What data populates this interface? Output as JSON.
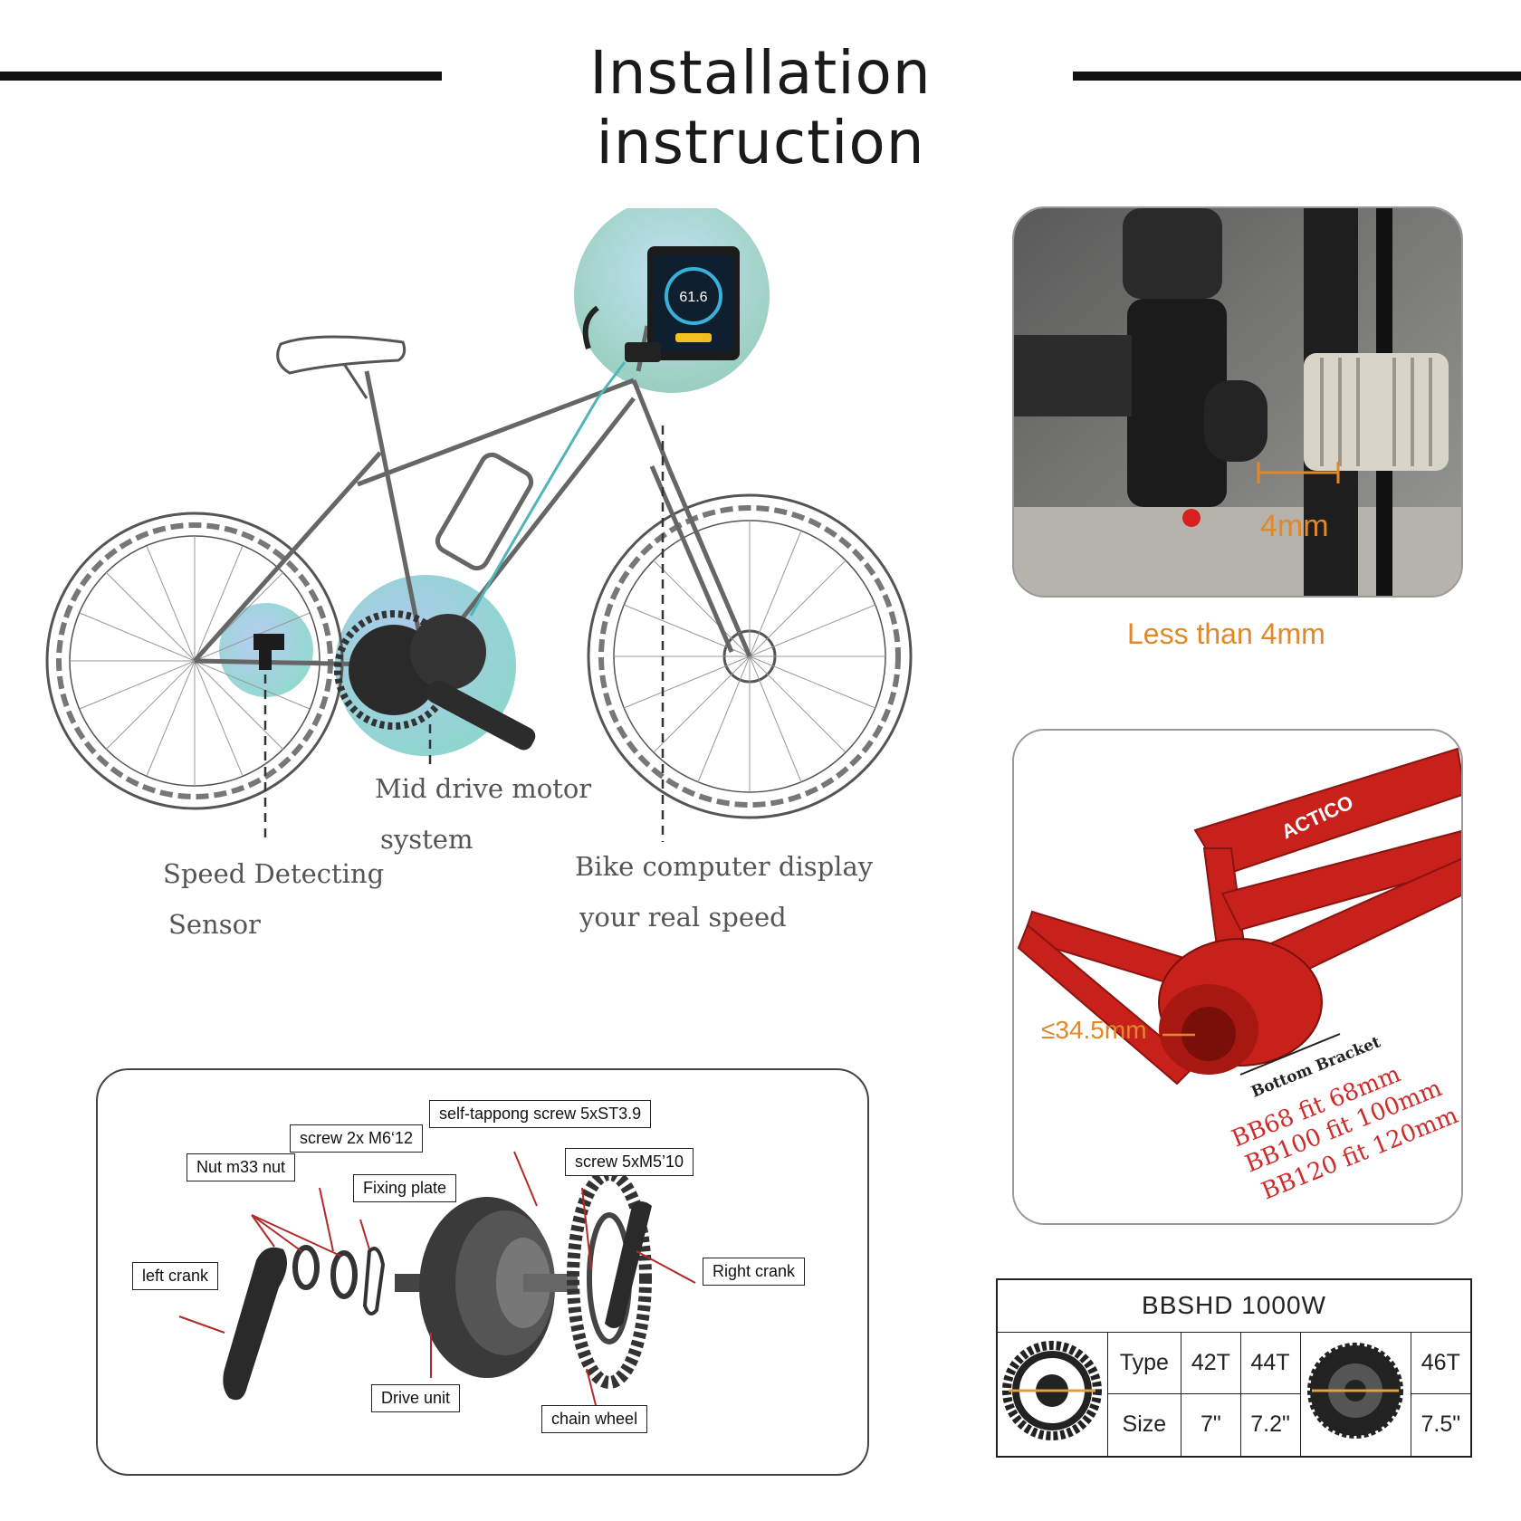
{
  "title": "Installation instruction",
  "bike_labels": {
    "mid_drive_line1": "Mid drive motor",
    "mid_drive_line2": "system",
    "sensor_line1": "Speed Detecting",
    "sensor_line2": "Sensor",
    "display_line1": "Bike computer display",
    "display_line2": "your real speed"
  },
  "display_screen": {
    "speed": "61.6"
  },
  "sensor_photo": {
    "measurement": "4mm",
    "caption": "Less than 4mm"
  },
  "frame_photo": {
    "diameter": "≤34.5mm",
    "bracket_label": "Bottom Bracket",
    "fits": [
      "BB68 fit 68mm",
      "BB100 fit 100mm",
      "BB120 fit 120mm"
    ],
    "frame_text": "ACTICO"
  },
  "parts": {
    "self_tapping": "self-tappong screw 5xST3.9",
    "screw_m6": "screw 2x M6‘12",
    "nut": "Nut m33 nut",
    "fixing_plate": "Fixing plate",
    "screw_m5": "screw 5xM5’10",
    "left_crank": "left crank",
    "right_crank": "Right crank",
    "drive_unit": "Drive unit",
    "chain_wheel": "chain wheel"
  },
  "spec_table": {
    "header": "BBSHD 1000W",
    "type_label": "Type",
    "size_label": "Size",
    "types": [
      "42T",
      "44T",
      "46T"
    ],
    "sizes": [
      "7\"",
      "7.2\"",
      "7.5\""
    ]
  },
  "colors": {
    "accent_orange": "#e0882a",
    "frame_red": "#c8211b",
    "bubble_teal": "#8ecfd4",
    "bubble_blue": "#9ab8e3"
  }
}
